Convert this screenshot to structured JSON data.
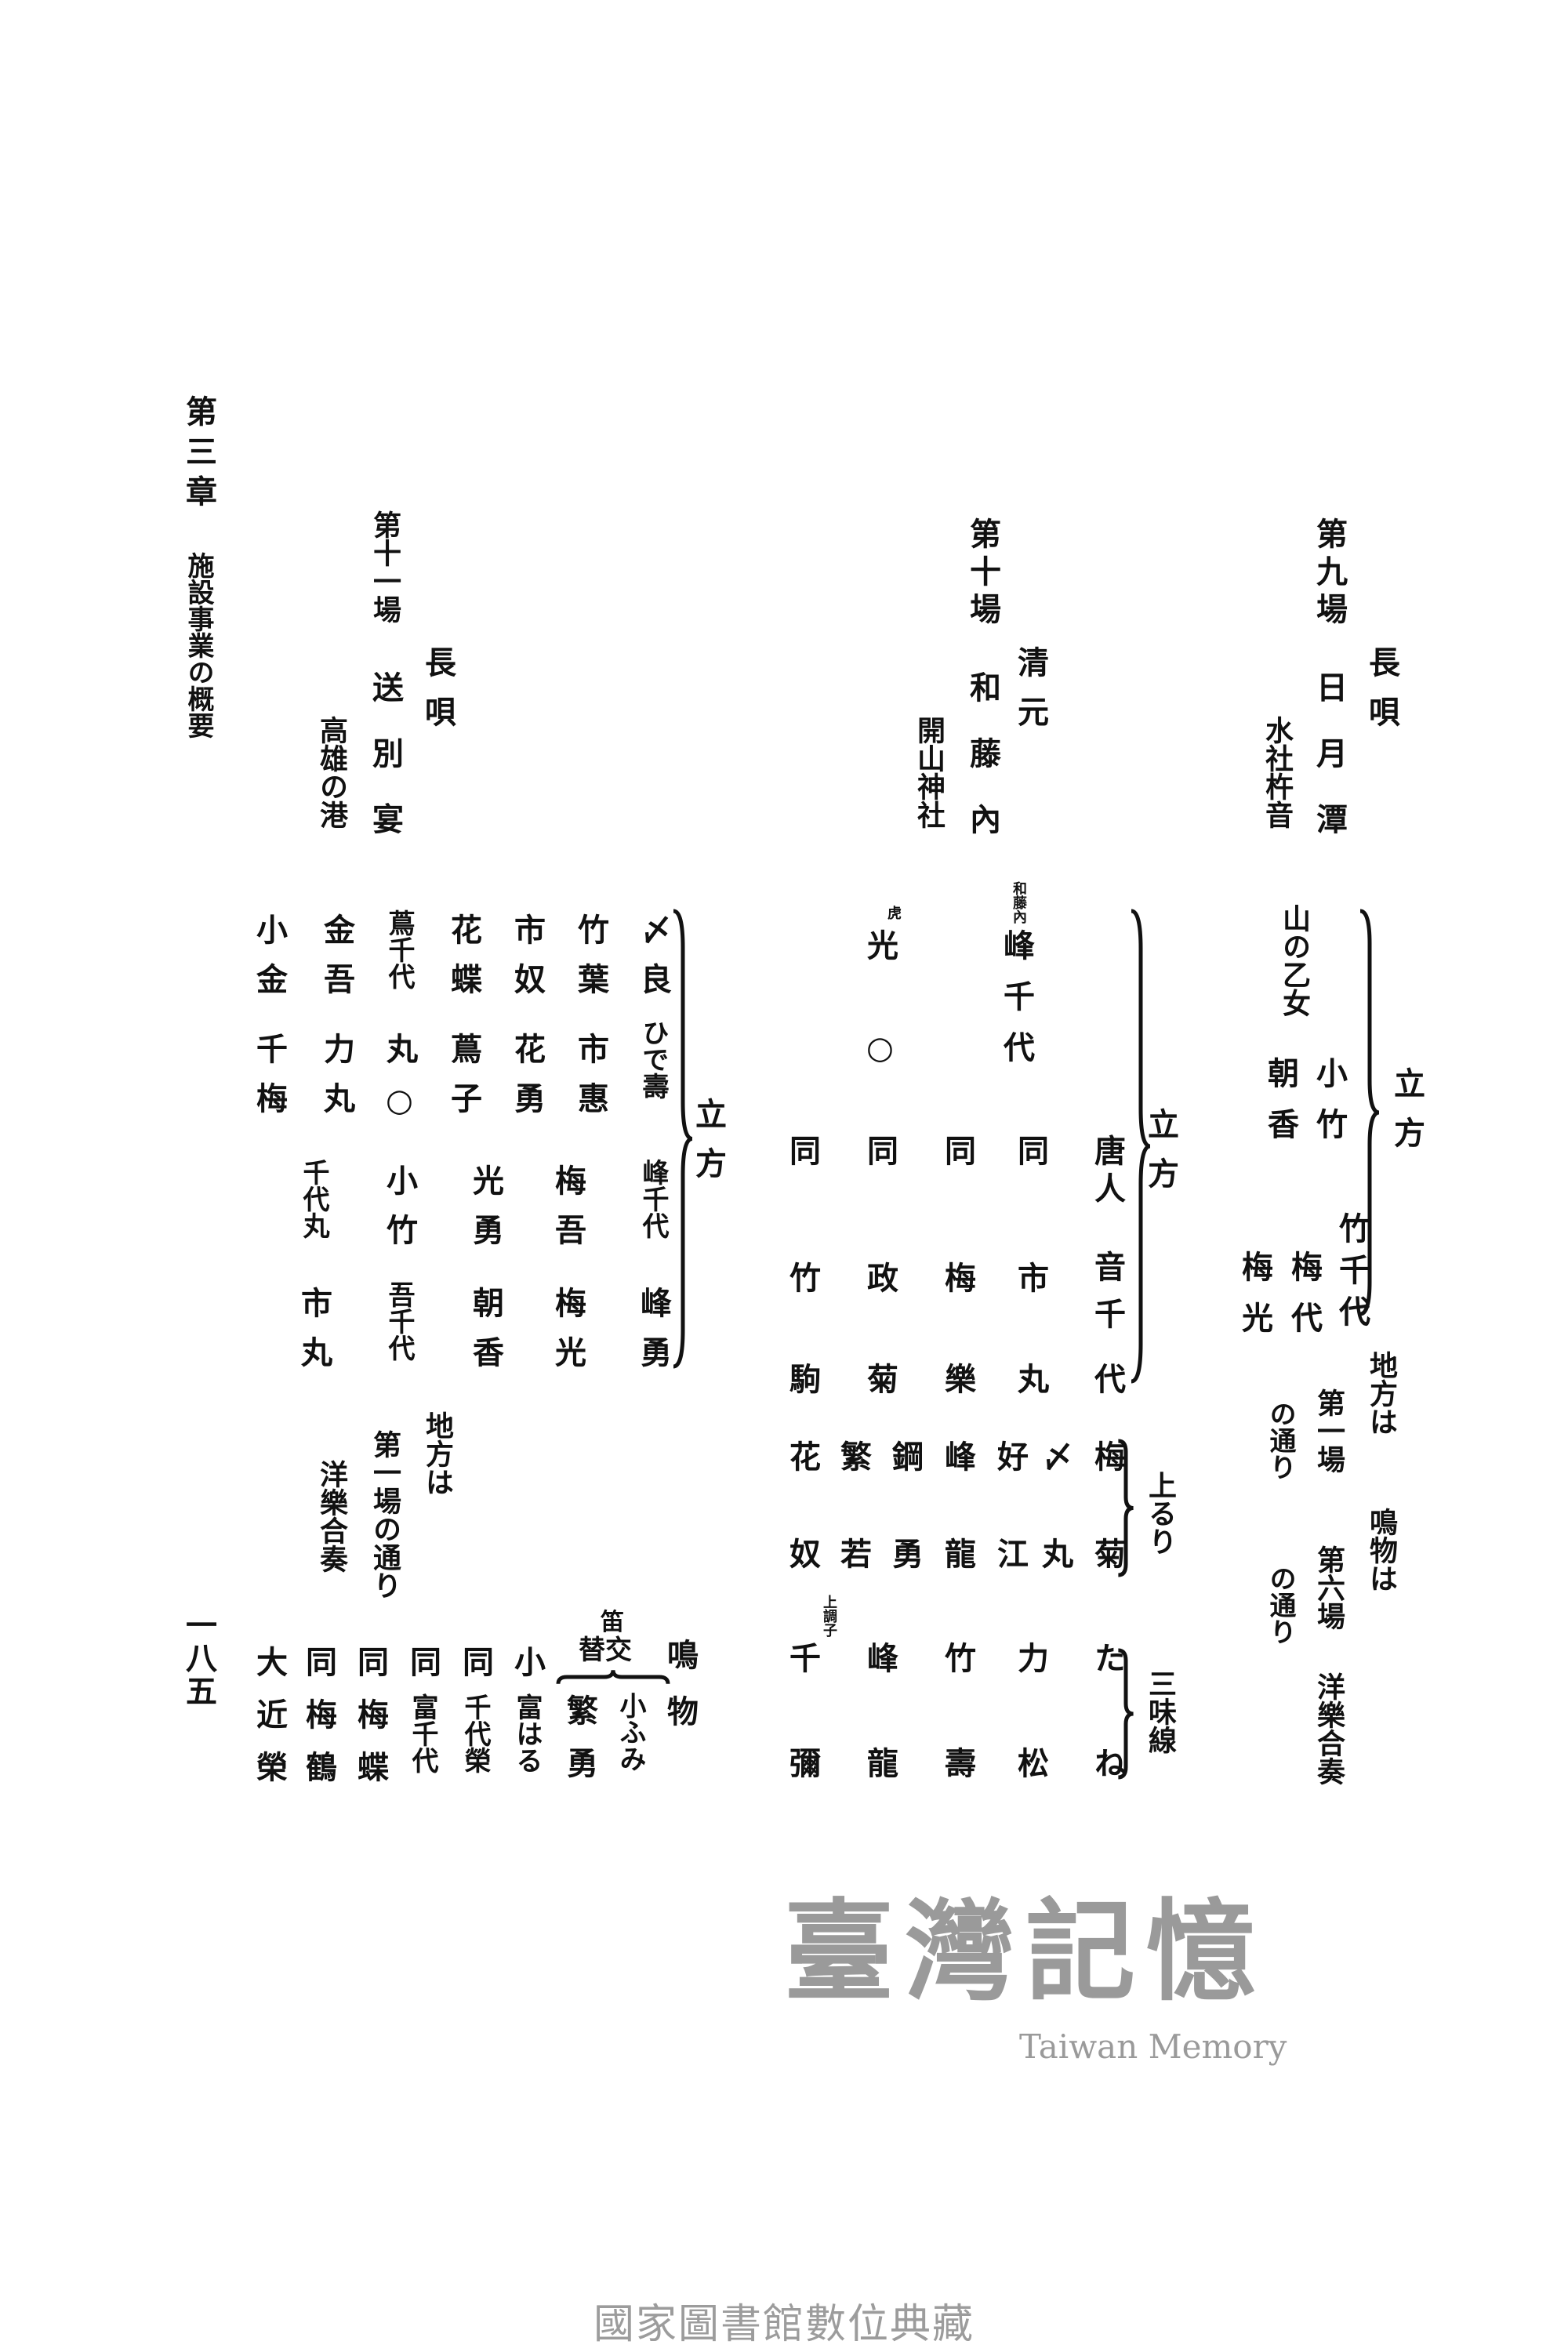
{
  "running_header": {
    "chapter": "第三章",
    "title": "施設事業の概要",
    "page_number": "一八五"
  },
  "scene9": {
    "number": "第九場",
    "title": "日月潭",
    "genre": "長唄",
    "subtitle": "水社杵音",
    "dancers_label": "立方",
    "dancers": [
      "竹千代",
      "小竹",
      "梅代",
      "山の乙女",
      "朝香",
      "梅光"
    ],
    "jikata_label": "地方は",
    "jikata_ref": "第一場",
    "jikata_suffix": "の通り",
    "narimono_label": "鳴物は",
    "narimono_ref": "第六場",
    "narimono_suffix": "の通り",
    "western": "洋樂合奏"
  },
  "scene10": {
    "number": "第十場",
    "title": "和藤內",
    "genre": "清元",
    "subtitle": "開山神社",
    "dancers_label": "立方",
    "role_watotai": "和藤內",
    "role_tora": "虎",
    "dancers_top": [
      "峰千代",
      "光",
      "○"
    ],
    "rows": [
      [
        "唐人",
        "同",
        "同",
        "同",
        "同"
      ],
      [
        "音千",
        "市",
        "梅",
        "政",
        "竹"
      ],
      [
        "代",
        "丸",
        "樂",
        "菊",
        "駒"
      ]
    ],
    "joruri_label": "上るり",
    "joruri_rows": [
      [
        "梅",
        "〆",
        "好",
        "峰",
        "鋼",
        "繁",
        "花"
      ],
      [
        "菊",
        "丸",
        "江",
        "龍",
        "勇",
        "若",
        "奴"
      ]
    ],
    "shamisen_label": "三味線",
    "uwajoshi_label": "上調子",
    "shamisen_rows": [
      [
        "た",
        "力",
        "竹",
        "峰",
        "千"
      ],
      [
        "ね",
        "松",
        "壽",
        "龍",
        "彌"
      ]
    ]
  },
  "scene11": {
    "number": "第十一場",
    "title": "送別宴",
    "genre": "長唄",
    "subtitle": "高雄の港",
    "dancers_label": "立方",
    "row1": [
      "〆良",
      "竹葉",
      "市奴",
      "花蝶",
      "蔦千代",
      "金吾",
      "小金"
    ],
    "row2": [
      "ひで壽",
      "市惠",
      "花勇",
      "蔦子",
      "丸○",
      "力丸",
      "千梅"
    ],
    "row3": [
      "峰千代",
      "梅吾",
      "光勇",
      "小竹",
      "千代丸"
    ],
    "row4": [
      "峰勇",
      "梅光",
      "朝香",
      "吾千代",
      "市丸"
    ],
    "jikata_label": "地方は",
    "jikata_ref": "第一場の通り",
    "western": "洋樂合奏",
    "narimono_label": "鳴物",
    "fue_label": "笛",
    "kawari_label": "替交",
    "fue_players": [
      "小ふみ",
      "繁勇"
    ],
    "narimono_cols": [
      {
        "head": "小",
        "tail": "富はる"
      },
      {
        "head": "同",
        "tail": "千代榮"
      },
      {
        "head": "同",
        "tail": "富千代"
      },
      {
        "head": "同",
        "tail": "梅蝶"
      },
      {
        "head": "同",
        "tail": "梅鶴"
      },
      {
        "head": "大",
        "tail": "近榮"
      }
    ]
  },
  "watermark": {
    "chinese": "臺灣記憶",
    "english": "Taiwan Memory"
  },
  "footer": "國家圖書館數位典藏"
}
